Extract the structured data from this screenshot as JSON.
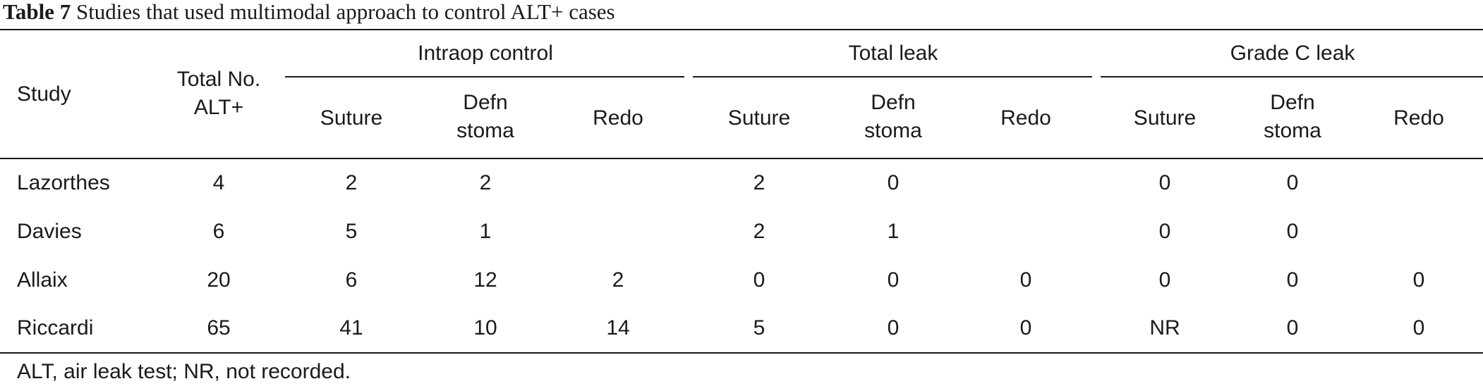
{
  "caption": {
    "label": "Table 7",
    "text": "Studies that used multimodal approach to control ALT+ cases"
  },
  "headers": {
    "study": "Study",
    "total_line1": "Total No.",
    "total_line2": "ALT+",
    "groups": [
      "Intraop control",
      "Total leak",
      "Grade C leak"
    ],
    "sub": {
      "suture": "Suture",
      "defn_line1": "Defn",
      "defn_line2": "stoma",
      "redo": "Redo"
    }
  },
  "rows": [
    {
      "study": "Lazorthes",
      "total": "4",
      "cells": [
        "2",
        "2",
        "",
        "2",
        "0",
        "",
        "0",
        "0",
        ""
      ]
    },
    {
      "study": "Davies",
      "total": "6",
      "cells": [
        "5",
        "1",
        "",
        "2",
        "1",
        "",
        "0",
        "0",
        ""
      ]
    },
    {
      "study": "Allaix",
      "total": "20",
      "cells": [
        "6",
        "12",
        "2",
        "0",
        "0",
        "0",
        "0",
        "0",
        "0"
      ]
    },
    {
      "study": "Riccardi",
      "total": "65",
      "cells": [
        "41",
        "10",
        "14",
        "5",
        "0",
        "0",
        "NR",
        "0",
        "0"
      ]
    }
  ],
  "footnote": "ALT, air leak test; NR, not recorded."
}
